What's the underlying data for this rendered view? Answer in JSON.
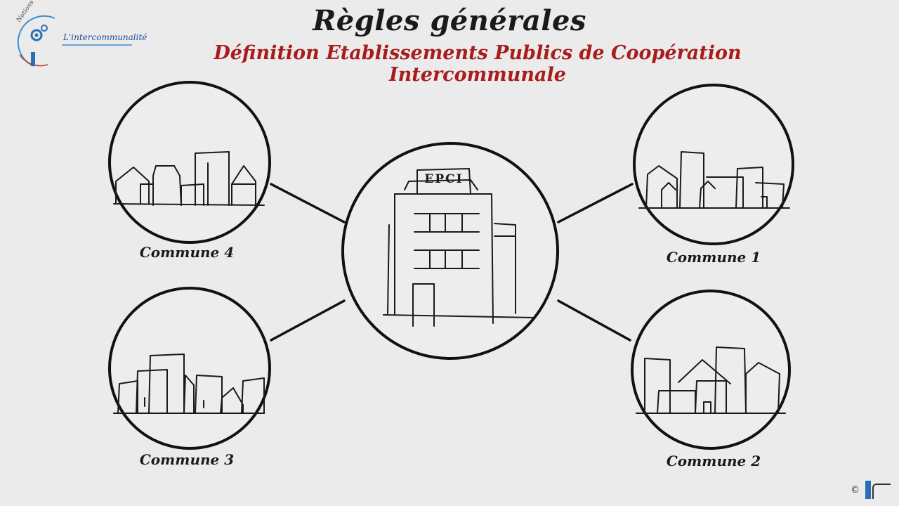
{
  "header": {
    "title": "Règles générales",
    "subtitle": "Définition Etablissements Publics de Coopération Intercommunale"
  },
  "logo": {
    "text": "L'intercommunalité",
    "small_text": "Notions clés",
    "icon": "gear-icon"
  },
  "diagram": {
    "center": {
      "label": "EPCI",
      "icon": "office-building-icon"
    },
    "nodes": [
      {
        "id": "commune-4",
        "label": "Commune 4",
        "icon": "town-icon"
      },
      {
        "id": "commune-1",
        "label": "Commune 1",
        "icon": "town-icon"
      },
      {
        "id": "commune-3",
        "label": "Commune 3",
        "icon": "town-icon"
      },
      {
        "id": "commune-2",
        "label": "Commune 2",
        "icon": "town-icon"
      }
    ]
  },
  "footer": {
    "copyright": "©"
  }
}
